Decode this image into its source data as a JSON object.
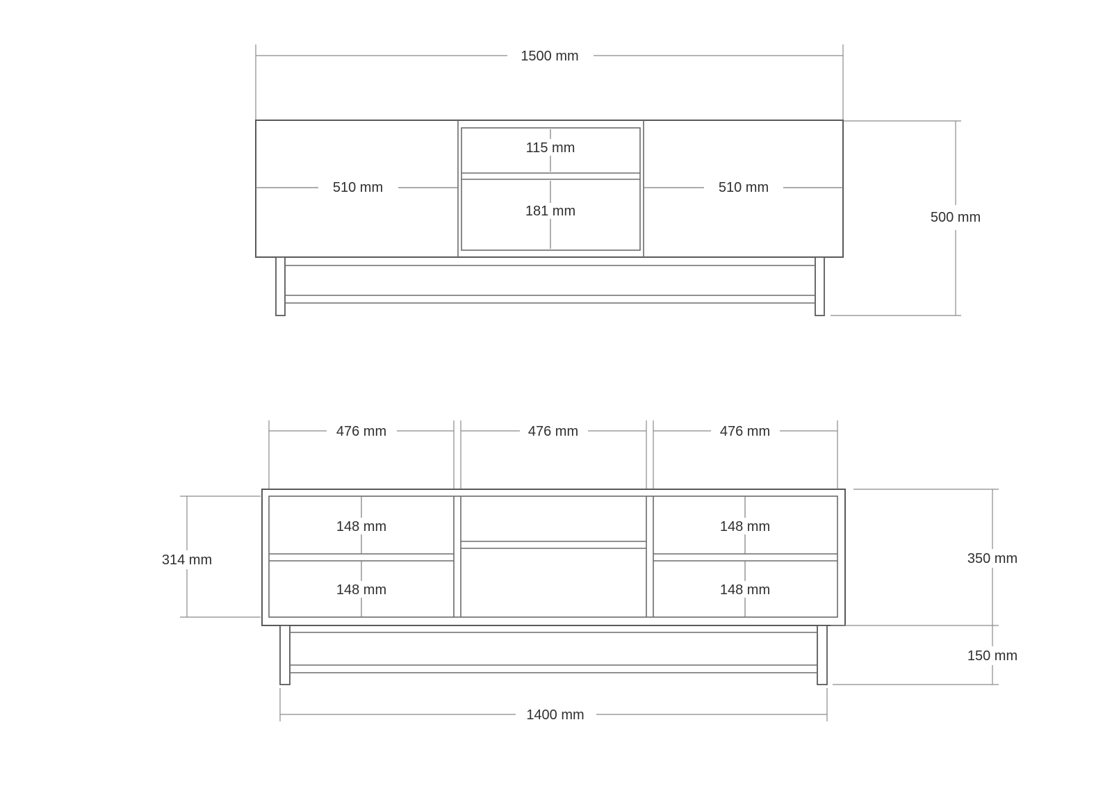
{
  "document": {
    "type": "furniture-dimension-drawing",
    "unit": "mm",
    "colors": {
      "background": "#ffffff",
      "outline": "#595959",
      "dimension_line": "#8a8a8a",
      "label_text": "#2f2f2f"
    }
  },
  "front_view": {
    "dim_overall_width": "1500 mm",
    "dim_left_door": "510 mm",
    "dim_right_door": "510 mm",
    "dim_top_drawer": "115 mm",
    "dim_bottom_drawer": "181 mm",
    "dim_overall_height": "500 mm"
  },
  "interior_view": {
    "dim_sections": [
      "476 mm",
      "476 mm",
      "476 mm"
    ],
    "dim_cell_left_top": "148 mm",
    "dim_cell_left_bottom": "148 mm",
    "dim_cell_right_top": "148 mm",
    "dim_cell_right_bottom": "148 mm",
    "dim_interior_height": "314 mm",
    "dim_carcass_height": "350 mm",
    "dim_base_height": "150 mm",
    "dim_base_width": "1400 mm"
  }
}
